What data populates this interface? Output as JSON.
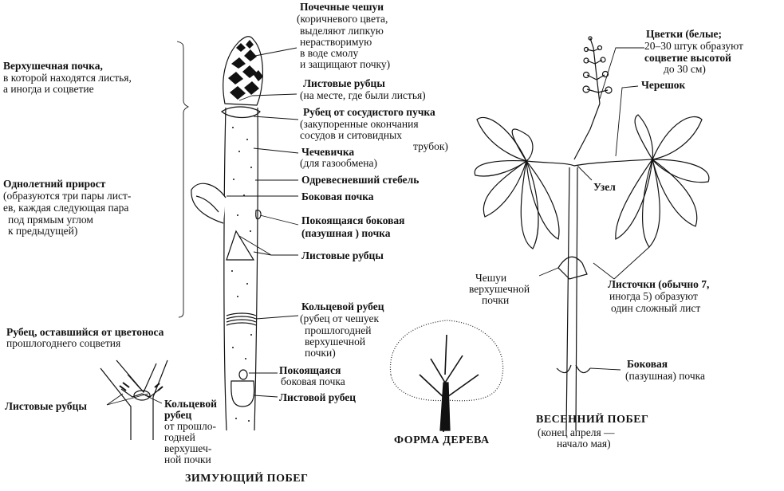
{
  "labels": {
    "bud_scales_1": "Почечные чешуи",
    "bud_scales_2": "(коричневого цвета,",
    "bud_scales_3": "выделяют липкую",
    "bud_scales_4": "нерастворимую",
    "bud_scales_5": "в воде смолу",
    "bud_scales_6": "и защищают почку)",
    "terminal_bud_1": "Верхушечная почка,",
    "terminal_bud_2": "в которой находятся листья,",
    "terminal_bud_3": "а иногда и соцветие",
    "leaf_scars_top_1": "Листовые рубцы",
    "leaf_scars_top_2": "(на месте, где были листья)",
    "bundle_scar_1": "Рубец от сосудистого пучка",
    "bundle_scar_2": "(закупоренные окончания",
    "bundle_scar_3": "сосудов и ситовидных",
    "bundle_scar_4": "трубок)",
    "lenticel_1": "Чечевичка",
    "lenticel_2": "(для газообмена)",
    "woody_stem": "Одревесневший  стебель",
    "annual_growth_1": "Однолетний прирост",
    "annual_growth_2": "(образуются три пары лист-",
    "annual_growth_3": "ев, каждая следующая пара",
    "annual_growth_4": "под прямым углом",
    "annual_growth_5": "к предыдущей)",
    "lateral_bud": "Боковая почка",
    "dormant_lateral_1": "Покоящаяся боковая",
    "dormant_lateral_2": "(пазушная ) почка",
    "leaf_scars_mid": "Листовые рубцы",
    "ring_scar_1": "Кольцевой рубец",
    "ring_scar_2": "(рубец от чешуек",
    "ring_scar_3": "прошлогодней",
    "ring_scar_4": "верхушечной",
    "ring_scar_5": "почки)",
    "dormant_lower_1": "Покоящаяся",
    "dormant_lower_2": "боковая почка",
    "leaf_scar_lower": "Листовой рубец",
    "peduncle_scar_1": "Рубец, оставшийся от цветоноса",
    "peduncle_scar_2": "прошлогоднего соцветия",
    "leaf_scars_left": "Листовые рубцы",
    "ring_scar_small_1": "Кольцевой",
    "ring_scar_small_2": "рубец",
    "ring_scar_small_3": "от прошло-",
    "ring_scar_small_4": "годней",
    "ring_scar_small_5": "верхушеч-",
    "ring_scar_small_6": "ной почки",
    "flowers_1": "Цветки (белые;",
    "flowers_2": "20–30 штук образуют",
    "flowers_3": "соцветие  высотой",
    "flowers_4": "до 30 см)",
    "petiole": "Черешок",
    "node": "Узел",
    "terminal_scales_1": "Чешуи",
    "terminal_scales_2": "верхушечной",
    "terminal_scales_3": "почки",
    "leaflets_1": "Листочки (обычно 7,",
    "leaflets_2": "иногда 5) образуют",
    "leaflets_3": "один сложный лист",
    "lateral_axillary_1": "Боковая",
    "lateral_axillary_2": "(пазушная)  почка",
    "winter_shoot": "ЗИМУЮЩИЙ ПОБЕГ",
    "tree_form": "ФОРМА ДЕРЕВА",
    "spring_shoot_1": "ВЕСЕННИЙ ПОБЕГ",
    "spring_shoot_2": "(конец апреля —",
    "spring_shoot_3": "начало мая)"
  }
}
